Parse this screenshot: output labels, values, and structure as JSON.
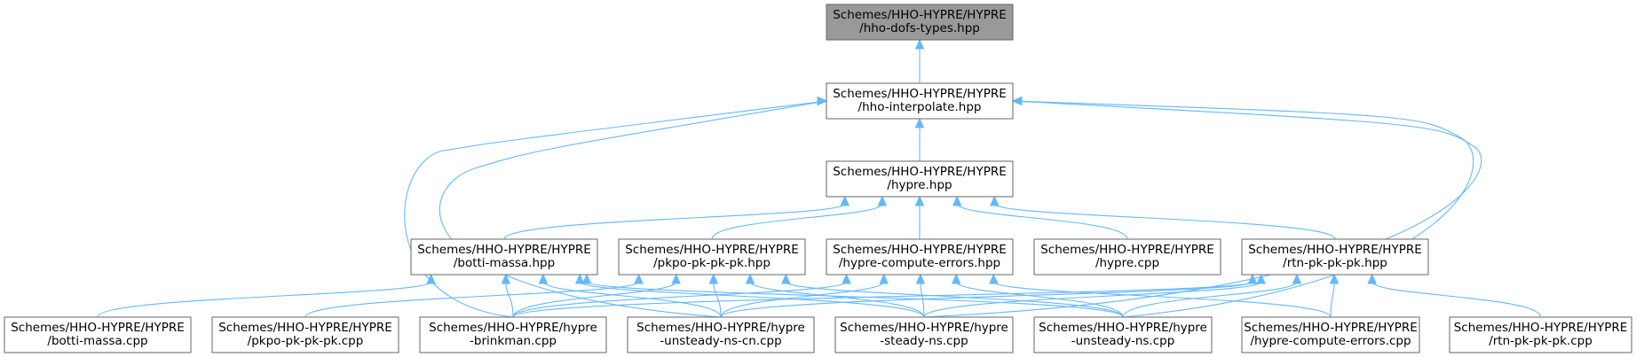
{
  "colors": {
    "node_fill": "#ffffff",
    "root_fill": "#999999",
    "node_border": "#666666",
    "edge": "#63b8ff",
    "text": "#000000"
  },
  "nodes": [
    {
      "id": "hho-dofs-types-hpp",
      "lines": [
        "Schemes/HHO-HYPRE/HYPRE",
        "/hho-dofs-types.hpp"
      ],
      "root": true
    },
    {
      "id": "hho-interpolate-hpp",
      "lines": [
        "Schemes/HHO-HYPRE/HYPRE",
        "/hho-interpolate.hpp"
      ]
    },
    {
      "id": "hypre-hpp",
      "lines": [
        "Schemes/HHO-HYPRE/HYPRE",
        "/hypre.hpp"
      ]
    },
    {
      "id": "botti-massa-hpp",
      "lines": [
        "Schemes/HHO-HYPRE/HYPRE",
        "/botti-massa.hpp"
      ]
    },
    {
      "id": "pkpo-pk-pk-pk-hpp",
      "lines": [
        "Schemes/HHO-HYPRE/HYPRE",
        "/pkpo-pk-pk-pk.hpp"
      ]
    },
    {
      "id": "hypre-compute-errors-hpp",
      "lines": [
        "Schemes/HHO-HYPRE/HYPRE",
        "/hypre-compute-errors.hpp"
      ]
    },
    {
      "id": "hypre-cpp",
      "lines": [
        "Schemes/HHO-HYPRE/HYPRE",
        "/hypre.cpp"
      ]
    },
    {
      "id": "rtn-pk-pk-pk-hpp",
      "lines": [
        "Schemes/HHO-HYPRE/HYPRE",
        "/rtn-pk-pk-pk.hpp"
      ]
    },
    {
      "id": "botti-massa-cpp",
      "lines": [
        "Schemes/HHO-HYPRE/HYPRE",
        "/botti-massa.cpp"
      ]
    },
    {
      "id": "pkpo-pk-pk-pk-cpp",
      "lines": [
        "Schemes/HHO-HYPRE/HYPRE",
        "/pkpo-pk-pk-pk.cpp"
      ]
    },
    {
      "id": "hypre-brinkman-cpp",
      "lines": [
        "Schemes/HHO-HYPRE/hypre",
        "-brinkman.cpp"
      ]
    },
    {
      "id": "hypre-unsteady-ns-cn-cpp",
      "lines": [
        "Schemes/HHO-HYPRE/hypre",
        "-unsteady-ns-cn.cpp"
      ]
    },
    {
      "id": "hypre-steady-ns-cpp",
      "lines": [
        "Schemes/HHO-HYPRE/hypre",
        "-steady-ns.cpp"
      ]
    },
    {
      "id": "hypre-unsteady-ns-cpp",
      "lines": [
        "Schemes/HHO-HYPRE/hypre",
        "-unsteady-ns.cpp"
      ]
    },
    {
      "id": "hypre-compute-errors-cpp",
      "lines": [
        "Schemes/HHO-HYPRE/HYPRE",
        "/hypre-compute-errors.cpp"
      ]
    },
    {
      "id": "rtn-pk-pk-pk-cpp",
      "lines": [
        "Schemes/HHO-HYPRE/HYPRE",
        "/rtn-pk-pk-pk.cpp"
      ]
    }
  ],
  "edges": [
    {
      "from": "hho-interpolate-hpp",
      "to": "hho-dofs-types-hpp"
    },
    {
      "from": "hypre-hpp",
      "to": "hho-interpolate-hpp"
    },
    {
      "from": "hypre-brinkman-cpp",
      "to": "hho-interpolate-hpp"
    },
    {
      "from": "hypre-steady-ns-cpp",
      "to": "hho-interpolate-hpp"
    },
    {
      "from": "hypre-unsteady-ns-cpp",
      "to": "hho-interpolate-hpp"
    },
    {
      "from": "hypre-unsteady-ns-cn-cpp",
      "to": "hho-interpolate-hpp"
    },
    {
      "from": "botti-massa-hpp",
      "to": "hypre-hpp"
    },
    {
      "from": "pkpo-pk-pk-pk-hpp",
      "to": "hypre-hpp"
    },
    {
      "from": "hypre-compute-errors-hpp",
      "to": "hypre-hpp"
    },
    {
      "from": "hypre-cpp",
      "to": "hypre-hpp"
    },
    {
      "from": "rtn-pk-pk-pk-hpp",
      "to": "hypre-hpp"
    },
    {
      "from": "botti-massa-cpp",
      "to": "botti-massa-hpp"
    },
    {
      "from": "hypre-brinkman-cpp",
      "to": "botti-massa-hpp"
    },
    {
      "from": "hypre-unsteady-ns-cn-cpp",
      "to": "botti-massa-hpp"
    },
    {
      "from": "hypre-steady-ns-cpp",
      "to": "botti-massa-hpp"
    },
    {
      "from": "hypre-unsteady-ns-cpp",
      "to": "botti-massa-hpp"
    },
    {
      "from": "pkpo-pk-pk-pk-cpp",
      "to": "pkpo-pk-pk-pk-hpp"
    },
    {
      "from": "hypre-brinkman-cpp",
      "to": "pkpo-pk-pk-pk-hpp"
    },
    {
      "from": "hypre-unsteady-ns-cn-cpp",
      "to": "pkpo-pk-pk-pk-hpp"
    },
    {
      "from": "hypre-steady-ns-cpp",
      "to": "pkpo-pk-pk-pk-hpp"
    },
    {
      "from": "hypre-unsteady-ns-cpp",
      "to": "pkpo-pk-pk-pk-hpp"
    },
    {
      "from": "hypre-brinkman-cpp",
      "to": "hypre-compute-errors-hpp"
    },
    {
      "from": "hypre-unsteady-ns-cn-cpp",
      "to": "hypre-compute-errors-hpp"
    },
    {
      "from": "hypre-steady-ns-cpp",
      "to": "hypre-compute-errors-hpp"
    },
    {
      "from": "hypre-unsteady-ns-cpp",
      "to": "hypre-compute-errors-hpp"
    },
    {
      "from": "hypre-compute-errors-cpp",
      "to": "hypre-compute-errors-hpp"
    },
    {
      "from": "hypre-brinkman-cpp",
      "to": "rtn-pk-pk-pk-hpp"
    },
    {
      "from": "hypre-unsteady-ns-cn-cpp",
      "to": "rtn-pk-pk-pk-hpp"
    },
    {
      "from": "hypre-steady-ns-cpp",
      "to": "rtn-pk-pk-pk-hpp"
    },
    {
      "from": "hypre-unsteady-ns-cpp",
      "to": "rtn-pk-pk-pk-hpp"
    },
    {
      "from": "hypre-compute-errors-cpp",
      "to": "rtn-pk-pk-pk-hpp"
    },
    {
      "from": "rtn-pk-pk-pk-cpp",
      "to": "rtn-pk-pk-pk-hpp"
    }
  ]
}
